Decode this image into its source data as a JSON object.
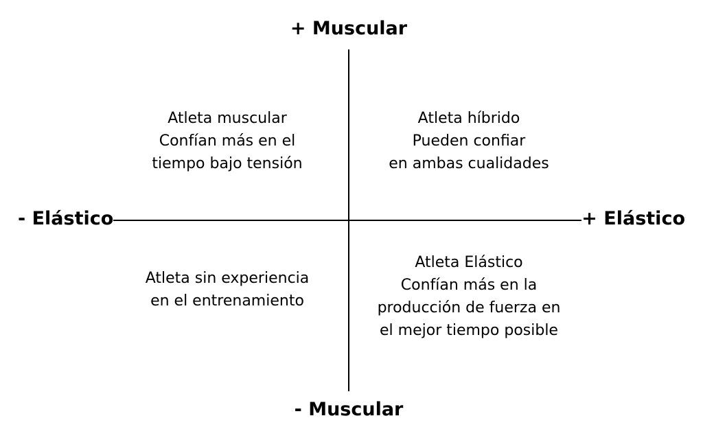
{
  "axes": {
    "top": "+ Muscular",
    "bottom": "- Muscular",
    "left": "- Elástico",
    "right": "+ Elástico"
  },
  "quadrants": {
    "top_left": [
      "Atleta muscular",
      "Confían más en el",
      "tiempo bajo tensión"
    ],
    "top_right": [
      "Atleta híbrido",
      "Pueden confiar",
      "en ambas cualidades"
    ],
    "bottom_left": [
      "Atleta sin experiencia",
      "en el entrenamiento"
    ],
    "bottom_right": [
      "Atleta Elástico",
      "Confían más en la",
      "producción de fuerza en",
      "el mejor tiempo posible"
    ]
  }
}
